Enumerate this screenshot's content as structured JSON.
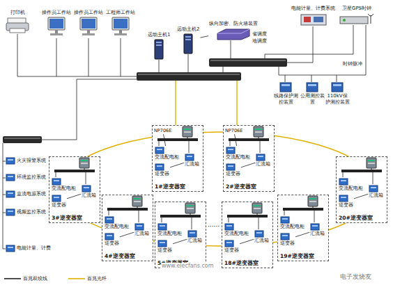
{
  "diagram": {
    "nodes": [
      {
        "text": [
          "打印机"
        ]
      },
      {
        "text": [
          "操作员工作站"
        ]
      },
      {
        "text": [
          "操作员工作站"
        ]
      },
      {
        "text": [
          "工程师工作站"
        ]
      },
      {
        "text": [
          "远动主机1"
        ]
      },
      {
        "text": [
          "远动主机2"
        ]
      },
      {
        "text": [
          "纵向加密、防火墙装置"
        ]
      },
      {
        "text": [
          "电能计量、计费系统"
        ]
      },
      {
        "text": [
          "卫星GPS时钟"
        ]
      },
      {
        "text": [
          "线路保护测控装置"
        ]
      },
      {
        "text": [
          "公用测控装置"
        ]
      },
      {
        "text": [
          "110kV保护测控装置"
        ]
      },
      {
        "text": [
          "火灾报警系统"
        ]
      },
      {
        "text": [
          "环境监控系统"
        ]
      },
      {
        "text": [
          "直流电源系统"
        ]
      },
      {
        "text": [
          "视频监控系统"
        ]
      },
      {
        "text": [
          "电能计量、计费"
        ]
      },
      {
        "text": [
          "1#逆变器室"
        ]
      },
      {
        "text": [
          "NP706E"
        ],
        "in": 17
      },
      {
        "text": [
          "交流配电柜"
        ],
        "in": 17
      },
      {
        "text": [
          "逆变器"
        ],
        "in": 17
      },
      {
        "text": [
          "汇流箱"
        ],
        "in": 17
      },
      {
        "text": [
          "2#逆变器室"
        ]
      },
      {
        "text": [
          "NP706E"
        ],
        "in": 22
      },
      {
        "text": [
          "交流配电柜"
        ],
        "in": 22
      },
      {
        "text": [
          "逆变器"
        ],
        "in": 22
      },
      {
        "text": [
          "汇流箱"
        ],
        "in": 22
      },
      {
        "text": [
          "3#逆变器室"
        ]
      },
      {
        "text": [
          "交流配电柜"
        ],
        "in": 27
      },
      {
        "text": [
          "逆变器"
        ],
        "in": 27
      },
      {
        "text": [
          "汇流箱"
        ],
        "in": 27
      },
      {
        "text": [
          "4#逆变器室"
        ]
      },
      {
        "text": [
          "交流配电柜"
        ],
        "in": 31
      },
      {
        "text": [
          "逆变器"
        ],
        "in": 31
      },
      {
        "text": [
          "汇流箱"
        ],
        "in": 31
      },
      {
        "text": [
          "5#逆变器室"
        ]
      },
      {
        "text": [
          "交流配电柜"
        ],
        "in": 35
      },
      {
        "text": [
          "逆变器"
        ],
        "in": 35
      },
      {
        "text": [
          "汇流箱"
        ],
        "in": 35
      },
      {
        "text": [
          "18#逆变器室"
        ]
      },
      {
        "text": [
          "交流配电柜"
        ],
        "in": 39
      },
      {
        "text": [
          "逆变器"
        ],
        "in": 39
      },
      {
        "text": [
          "汇流箱"
        ],
        "in": 39
      },
      {
        "text": [
          "19#逆变器室"
        ]
      },
      {
        "text": [
          "交流配电柜"
        ],
        "in": 43
      },
      {
        "text": [
          "逆变器"
        ],
        "in": 43
      },
      {
        "text": [
          "汇流箱"
        ],
        "in": 43
      },
      {
        "text": [
          "20#逆变器室"
        ]
      },
      {
        "text": [
          "交流配电柜"
        ],
        "in": 47
      },
      {
        "text": [
          "逆变器"
        ],
        "in": 47
      },
      {
        "text": [
          "汇流箱"
        ],
        "in": 47
      }
    ],
    "edges": [
      {
        "from": 5,
        "to": 6,
        "arrow": "none"
      },
      {
        "from": 18,
        "to": 19,
        "arrow": "none"
      },
      {
        "from": 20,
        "to": 21,
        "arrow": "none"
      },
      {
        "from": 23,
        "to": 24,
        "arrow": "none"
      },
      {
        "from": 25,
        "to": 26,
        "arrow": "none"
      },
      {
        "from": 29,
        "to": 30,
        "arrow": "none"
      },
      {
        "from": 33,
        "to": 34,
        "arrow": "none"
      },
      {
        "from": 37,
        "to": 38,
        "arrow": "none"
      },
      {
        "from": 41,
        "to": 42,
        "arrow": "none"
      },
      {
        "from": 45,
        "to": 46,
        "arrow": "none"
      },
      {
        "from": 49,
        "to": 50,
        "arrow": "none"
      }
    ],
    "labels": [
      "省调度",
      "地调度",
      "时钟脉冲",
      "......",
      "www.elecfans.com",
      "电子发烧友"
    ],
    "legend": [
      {
        "text": "百兆双绞线"
      },
      {
        "text": "百兆光纤"
      }
    ]
  }
}
